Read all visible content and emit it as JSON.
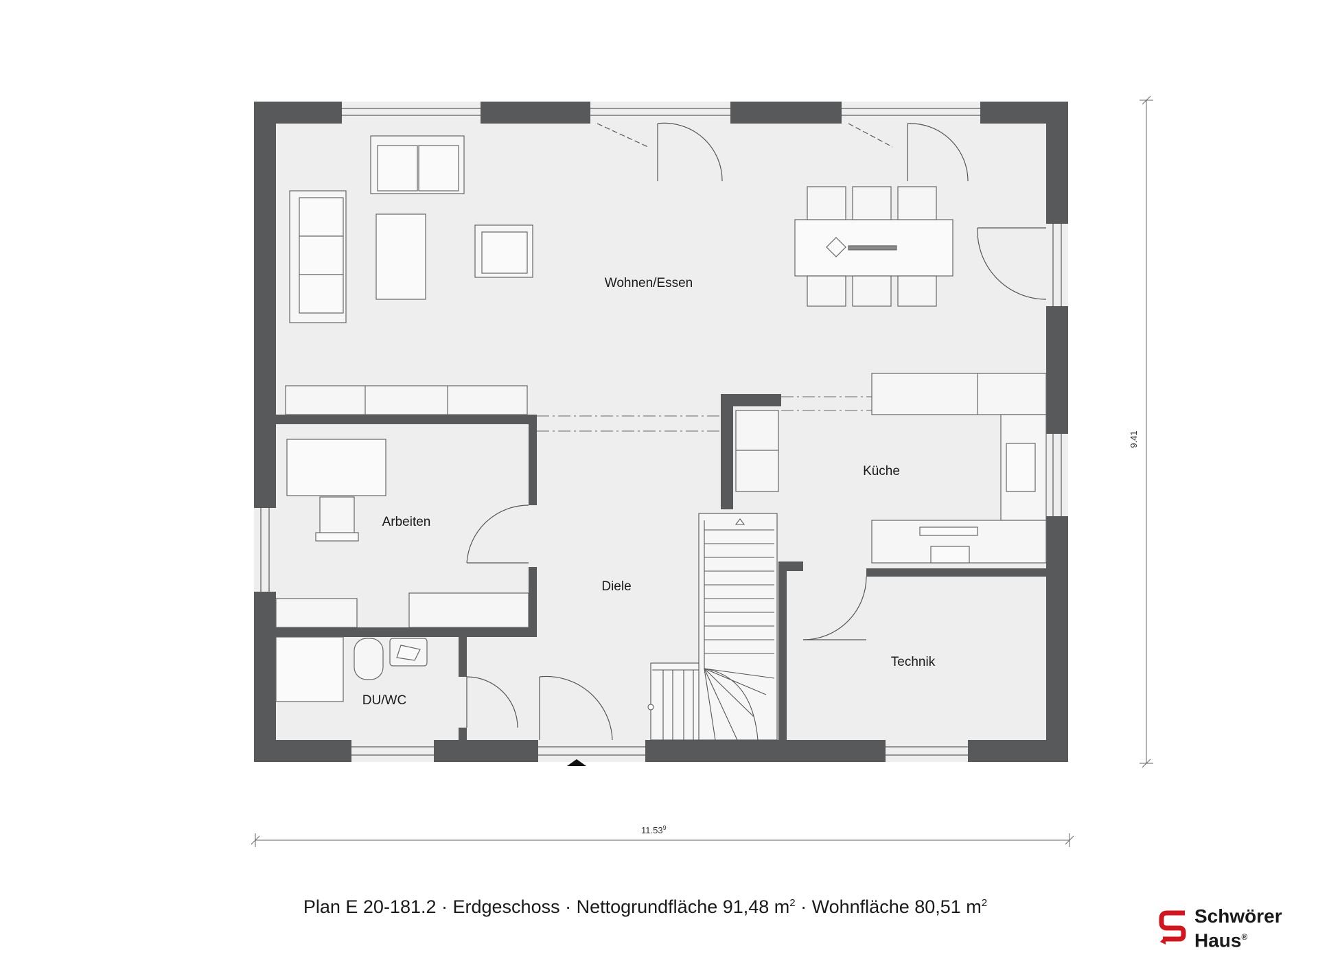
{
  "rooms": {
    "wohnen": "Wohnen/Essen",
    "kueche": "Küche",
    "arbeiten": "Arbeiten",
    "diele": "Diele",
    "technik": "Technik",
    "duwc": "DU/WC"
  },
  "dimensions": {
    "width_main": "11.53",
    "width_sup": "9",
    "height": "9.41"
  },
  "caption": {
    "plan": "Plan E 20-181.2",
    "sep": " · ",
    "floor": "Erdgeschoss",
    "net_label": "Nettogrundfläche 91,48 m",
    "living_label": "Wohnfläche 80,51 m",
    "exp": "2"
  },
  "logo": {
    "line1": "Schwörer",
    "line2": "Haus",
    "mark": "®",
    "brand_color": "#d0161f"
  },
  "colors": {
    "wall": "#58595b",
    "floor": "#eeeeee",
    "line": "#555555"
  }
}
